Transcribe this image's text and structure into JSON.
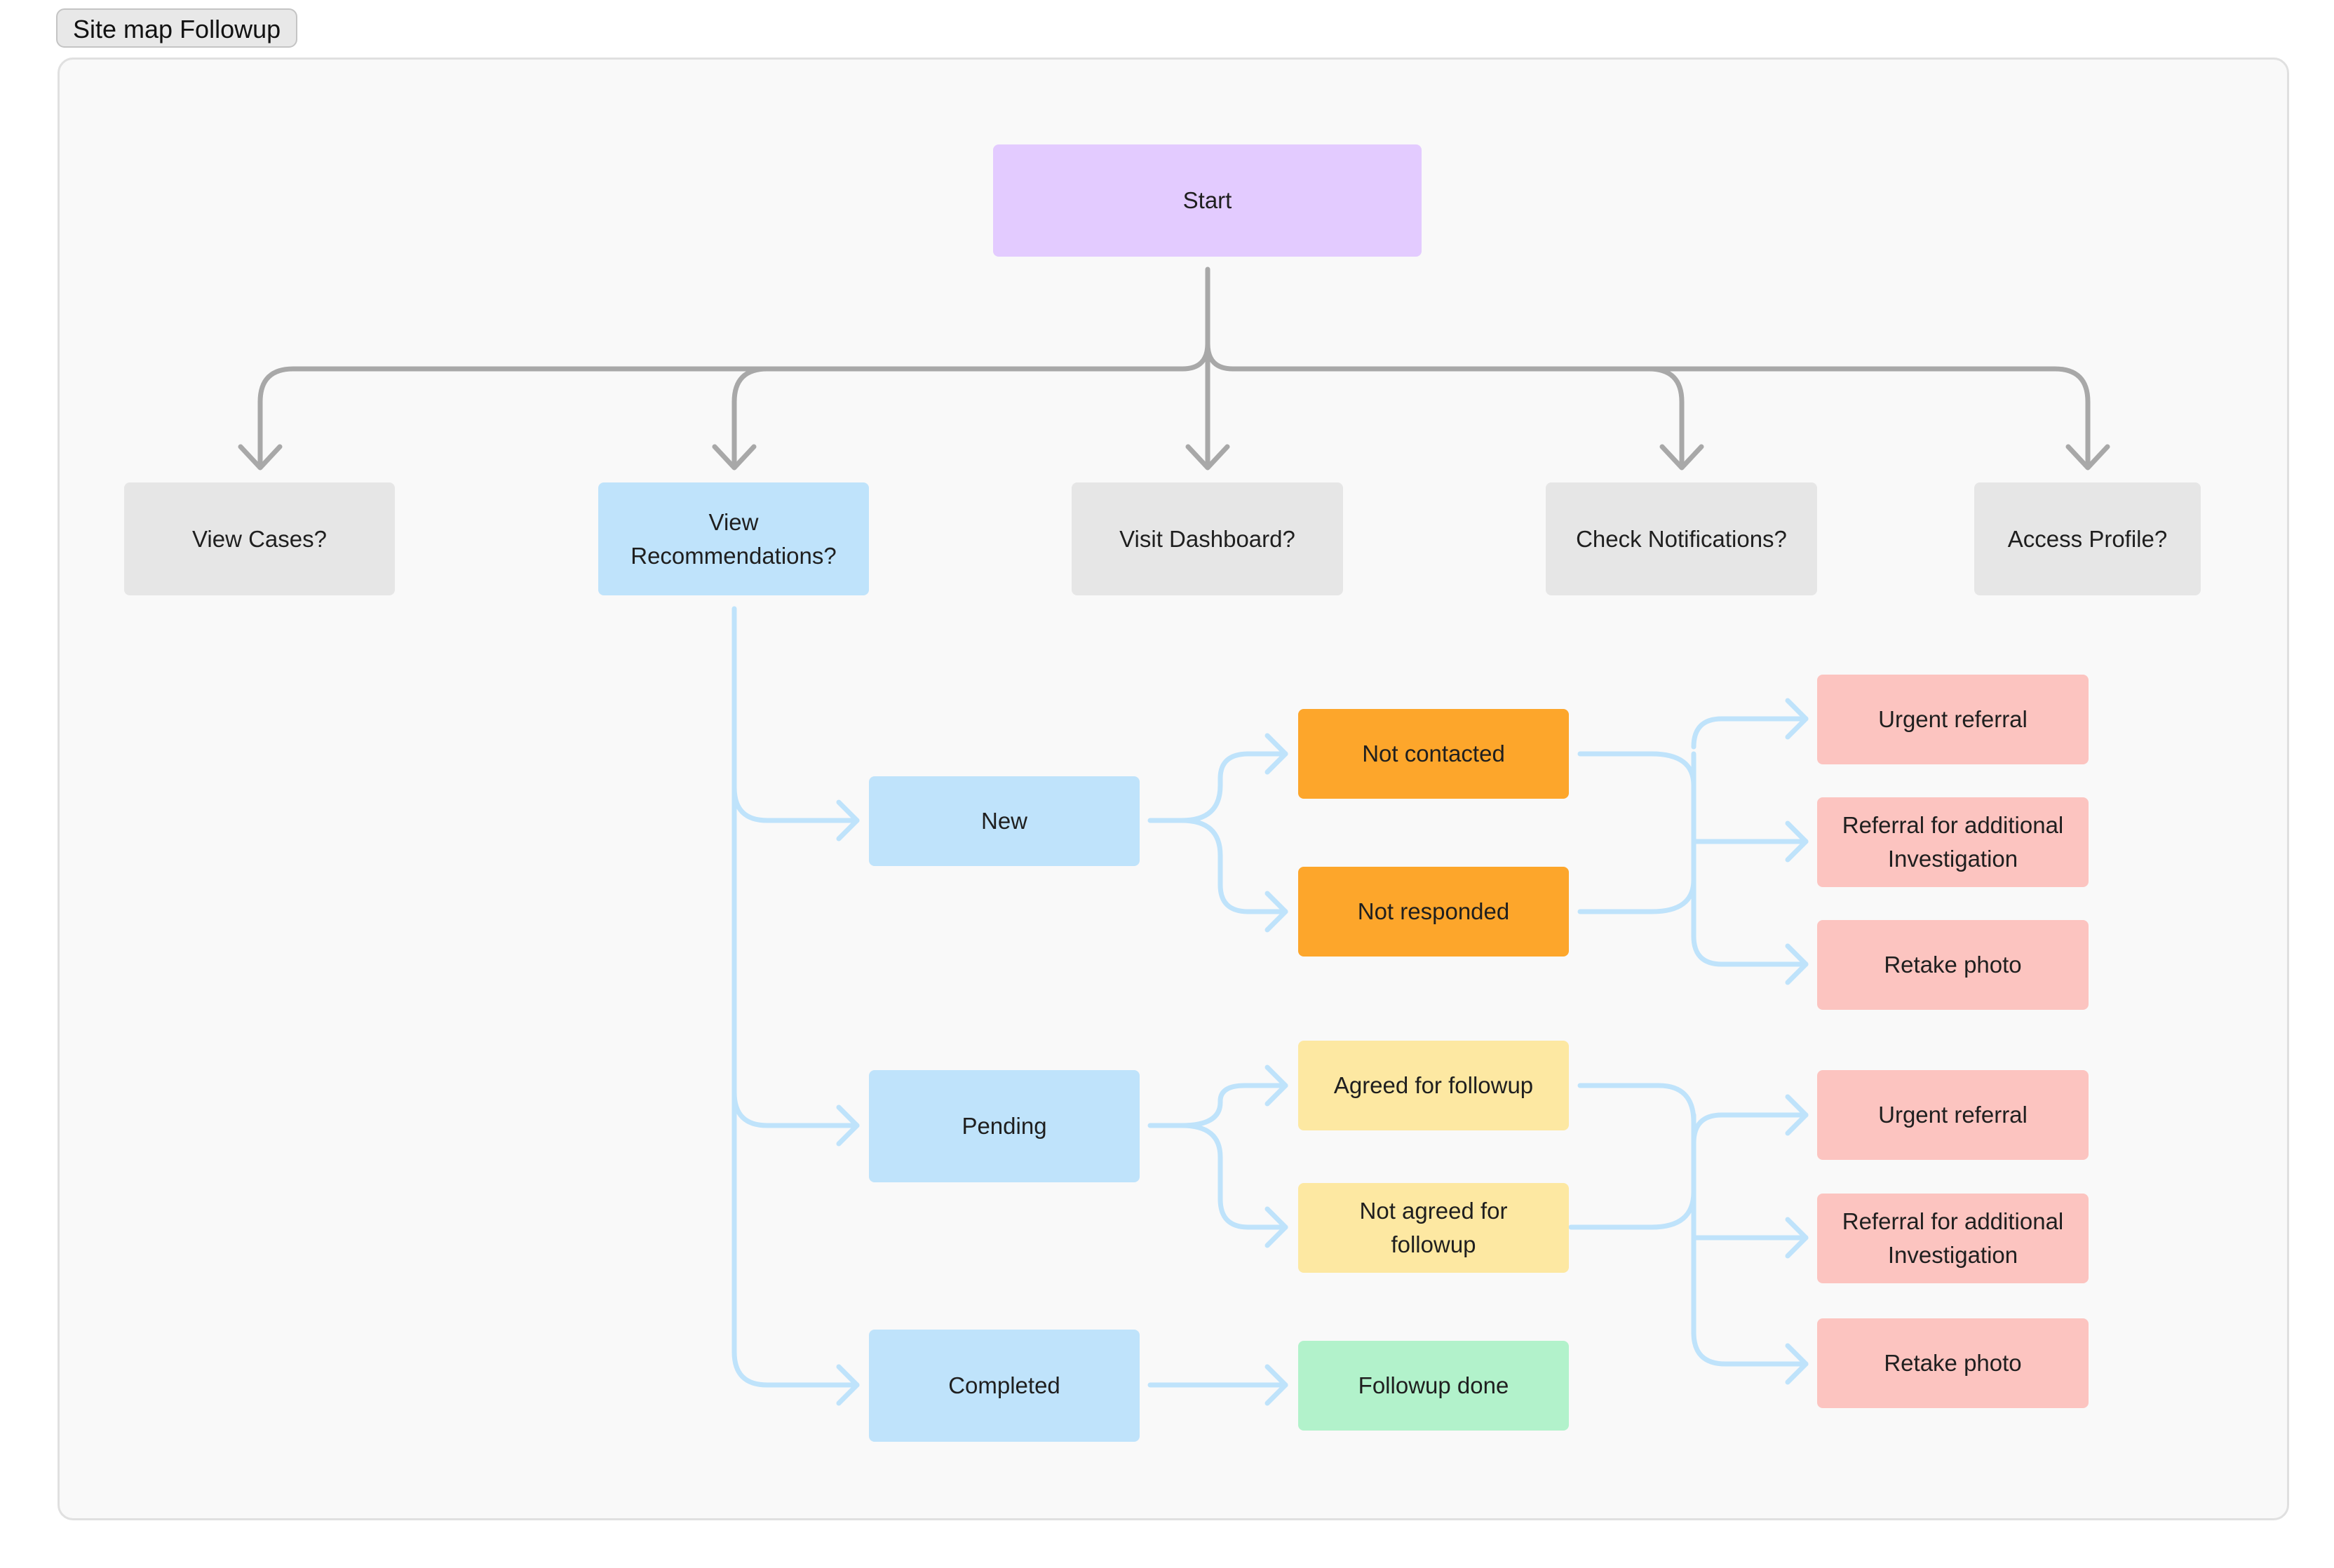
{
  "frame_title": "Site map Followup",
  "colors": {
    "start": "#e3cbff",
    "question": "#e6e6e6",
    "status": "#bfe3fb",
    "not_contacted": "#fda62b",
    "agreement": "#fde8a2",
    "done": "#b2f2cb",
    "action": "#fcc4c0",
    "grey_connector": "#a8a8a8",
    "blue_connector": "#bfe3fb"
  },
  "nodes": {
    "start": "Start",
    "view_cases": "View Cases?",
    "view_recommendations": "View Recommendations?",
    "visit_dashboard": "Visit Dashboard?",
    "check_notifications": "Check Notifications?",
    "access_profile": "Access Profile?",
    "new": "New",
    "pending": "Pending",
    "completed": "Completed",
    "not_contacted": "Not contacted",
    "not_responded": "Not responded",
    "agreed": "Agreed for followup",
    "not_agreed": "Not agreed for followup",
    "followup_done": "Followup done",
    "urgent_referral_1": "Urgent referral",
    "referral_investigation_1": "Referral for additional Investigation",
    "retake_photo_1": "Retake photo",
    "urgent_referral_2": "Urgent referral",
    "referral_investigation_2": "Referral for additional Investigation",
    "retake_photo_2": "Retake photo"
  }
}
